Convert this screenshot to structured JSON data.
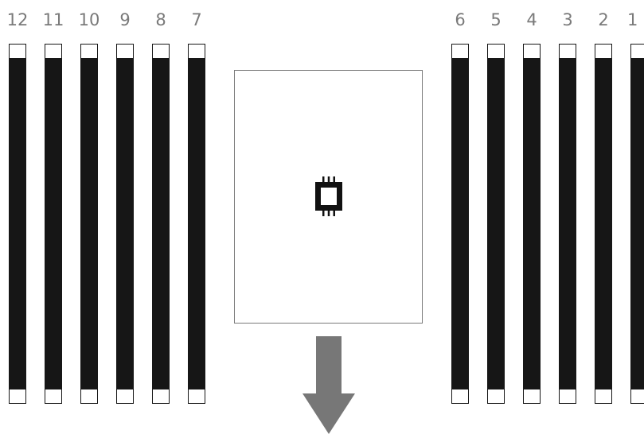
{
  "diagram": {
    "left_bank": [
      {
        "label": "12"
      },
      {
        "label": "11"
      },
      {
        "label": "10"
      },
      {
        "label": "9"
      },
      {
        "label": "8"
      },
      {
        "label": "7"
      }
    ],
    "right_bank": [
      {
        "label": "6"
      },
      {
        "label": "5"
      },
      {
        "label": "4"
      },
      {
        "label": "3"
      },
      {
        "label": "2"
      },
      {
        "label": "1"
      }
    ],
    "colors": {
      "slot": "#161616",
      "label": "#7a7a7a",
      "arrow": "#777777",
      "socket_border": "#7a7a7a"
    },
    "icons": {
      "cpu": "cpu-chip-icon",
      "airflow": "arrow-down-icon"
    }
  }
}
